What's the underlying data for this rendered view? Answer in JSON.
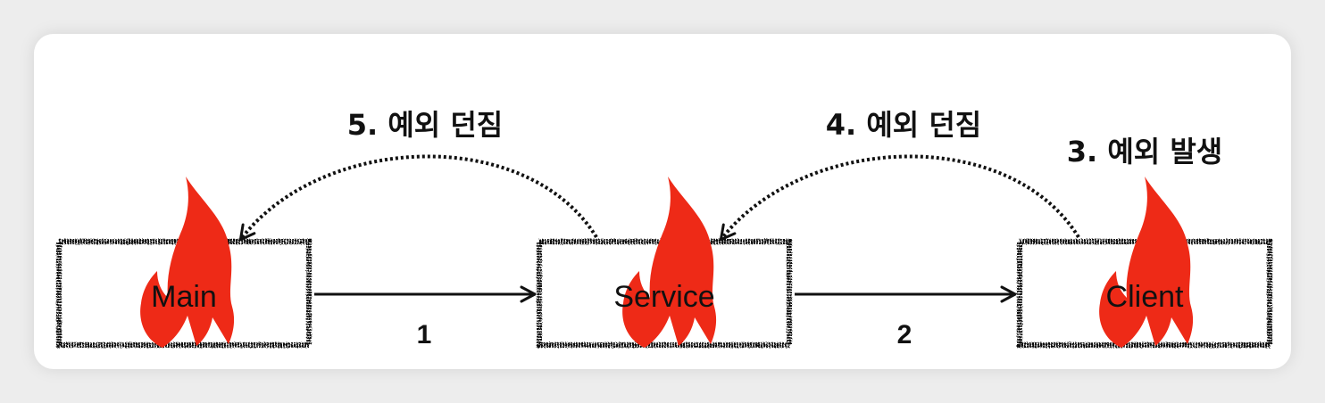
{
  "nodes": {
    "main": {
      "label": "Main"
    },
    "service": {
      "label": "Service"
    },
    "client": {
      "label": "Client"
    }
  },
  "calls": {
    "main_to_service": "1",
    "service_to_client": "2"
  },
  "exceptions": {
    "client_occurs": "3. 예외 발생",
    "service_throws": "4. 예외 던짐",
    "main_throws": "5. 예외 던짐"
  },
  "colors": {
    "flame": "#ee2a17",
    "stroke": "#111111",
    "card": "#ffffff",
    "background": "#ededed"
  },
  "icons": {
    "flame": "fire-icon"
  }
}
